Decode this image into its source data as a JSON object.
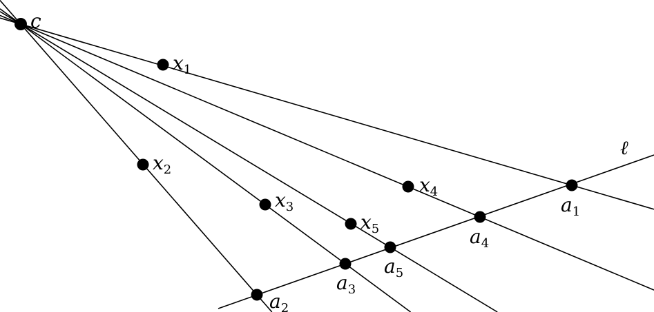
{
  "diagram": {
    "center_label": "c",
    "line_label": "ℓ",
    "points_x": [
      {
        "name": "x",
        "sub": "1"
      },
      {
        "name": "x",
        "sub": "2"
      },
      {
        "name": "x",
        "sub": "3"
      },
      {
        "name": "x",
        "sub": "4"
      },
      {
        "name": "x",
        "sub": "5"
      }
    ],
    "points_a": [
      {
        "name": "a",
        "sub": "1"
      },
      {
        "name": "a",
        "sub": "2"
      },
      {
        "name": "a",
        "sub": "3"
      },
      {
        "name": "a",
        "sub": "4"
      },
      {
        "name": "a",
        "sub": "5"
      }
    ]
  }
}
